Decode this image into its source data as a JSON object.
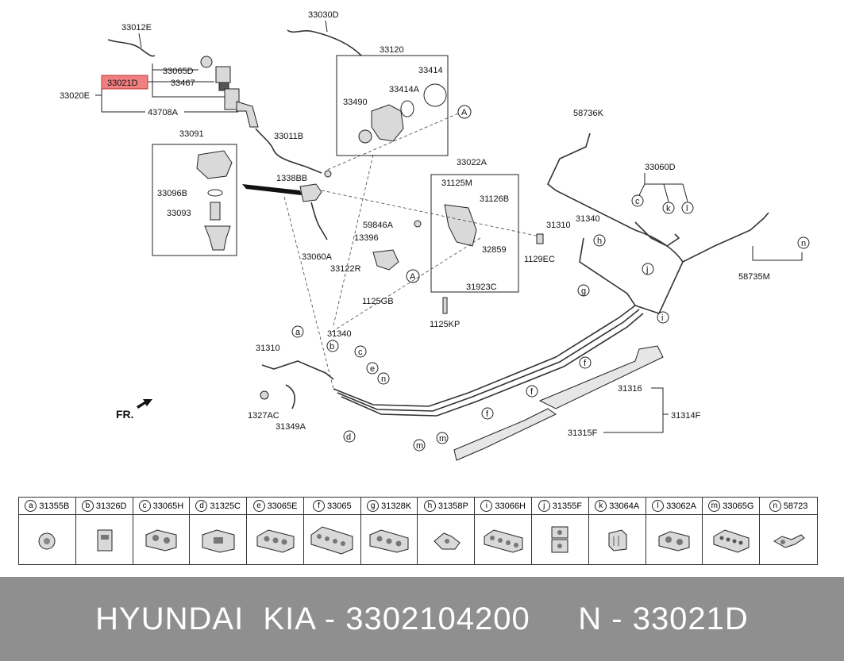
{
  "callouts": {
    "c33012E": "33012E",
    "c33030D": "33030D",
    "c33120": "33120",
    "c33414": "33414",
    "c33414A": "33414A",
    "c33490": "33490",
    "c33065D": "33065D",
    "c33021D": "33021D",
    "c33467": "33467",
    "c33020E": "33020E",
    "c43708A": "43708A",
    "c33011B": "33011B",
    "c33091": "33091",
    "c33096B": "33096B",
    "c33093": "33093",
    "c1338BB": "1338BB",
    "c33060A": "33060A",
    "c58736K": "58736K",
    "c33022A": "33022A",
    "c31125M": "31125M",
    "c31126B": "31126B",
    "c59846A": "59846A",
    "c13396": "13396",
    "c33122R": "33122R",
    "c1125GB": "1125GB",
    "c32859": "32859",
    "c31923C": "31923C",
    "c1125KP": "1125KP",
    "c33060D": "33060D",
    "c31310a": "31310",
    "c31340a": "31340",
    "c1129EC": "1129EC",
    "c58735M": "58735M",
    "c31340b": "31340",
    "c31310b": "31310",
    "c1327AC": "1327AC",
    "c31349A": "31349A",
    "c31316": "31316",
    "c31314F": "31314F",
    "c31315F": "31315F",
    "fr": "FR.",
    "refA": "A",
    "highlight_color": "#f08080"
  },
  "letters": {
    "a": "a",
    "b": "b",
    "c": "c",
    "d": "d",
    "e": "e",
    "f": "f",
    "g": "g",
    "h": "h",
    "i": "i",
    "j": "j",
    "k": "k",
    "l": "l",
    "m": "m",
    "n": "n"
  },
  "legend": [
    {
      "letter": "a",
      "part": "31355B",
      "icon": "grommet-clip-icon"
    },
    {
      "letter": "b",
      "part": "31326D",
      "icon": "block-clip-icon"
    },
    {
      "letter": "c",
      "part": "33065H",
      "icon": "double-clip-icon"
    },
    {
      "letter": "d",
      "part": "31325C",
      "icon": "box-clip-icon"
    },
    {
      "letter": "e",
      "part": "33065E",
      "icon": "triple-clip-icon"
    },
    {
      "letter": "f",
      "part": "33065",
      "icon": "quad-clip-icon"
    },
    {
      "letter": "g",
      "part": "31328K",
      "icon": "triple-clip-icon"
    },
    {
      "letter": "h",
      "part": "31358P",
      "icon": "hook-clip-icon"
    },
    {
      "letter": "i",
      "part": "33066H",
      "icon": "quad-clip-icon"
    },
    {
      "letter": "j",
      "part": "31355F",
      "icon": "stacked-clip-icon"
    },
    {
      "letter": "k",
      "part": "33064A",
      "icon": "square-clip-icon"
    },
    {
      "letter": "l",
      "part": "33062A",
      "icon": "double-clip-icon"
    },
    {
      "letter": "m",
      "part": "33065G",
      "icon": "multi-clip-icon"
    },
    {
      "letter": "n",
      "part": "58723",
      "icon": "connector-clip-icon"
    }
  ],
  "footer": {
    "text": "HYUNDAI  KIA - 3302104200     N - 33021D"
  }
}
